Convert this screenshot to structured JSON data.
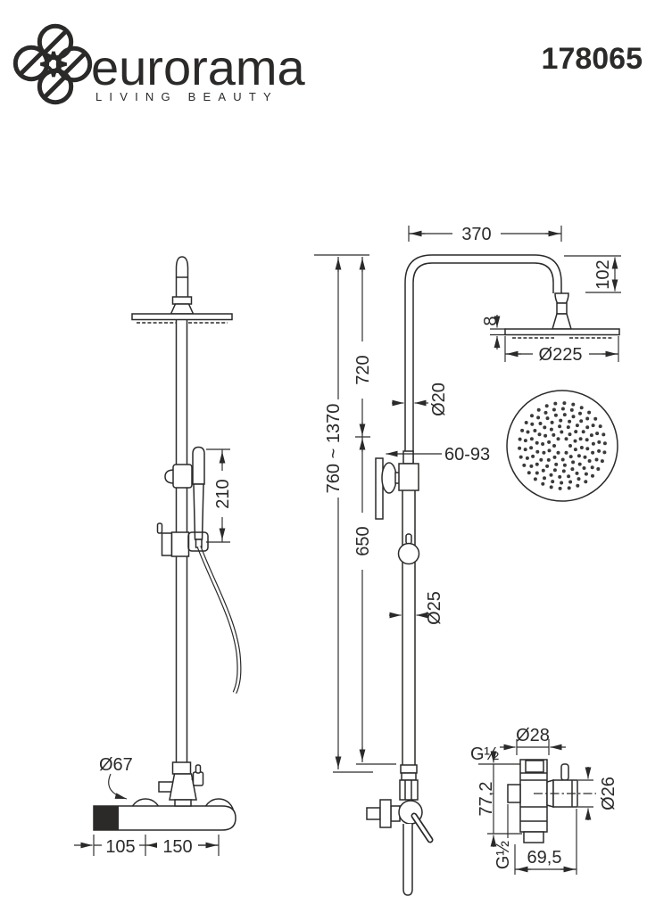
{
  "header": {
    "brand": "eurorama",
    "tagline": "LIVING BEAUTY",
    "product_code": "178065"
  },
  "colors": {
    "ink": "#2b2a29",
    "background": "#ffffff"
  },
  "dimensions": {
    "front": {
      "hand_shower_length": "210",
      "escutcheon_diameter": "Ø67",
      "center_to_handle": "105",
      "center_distance": "150"
    },
    "side": {
      "arm_width": "370",
      "arm_height": "102",
      "head_thickness": "8",
      "head_diameter": "Ø225",
      "upper_column_height": "720",
      "upper_pipe_diameter": "Ø20",
      "bracket_range": "60-93",
      "total_height": "760 ~ 1370",
      "lower_column_height": "650",
      "lower_pipe_diameter": "Ø25"
    },
    "detail": {
      "body_diameter": "Ø28",
      "top_thread": "G½",
      "body_height": "77,2",
      "bottom_thread": "G½",
      "outlet_length": "69,5",
      "outlet_diameter": "Ø26"
    }
  }
}
